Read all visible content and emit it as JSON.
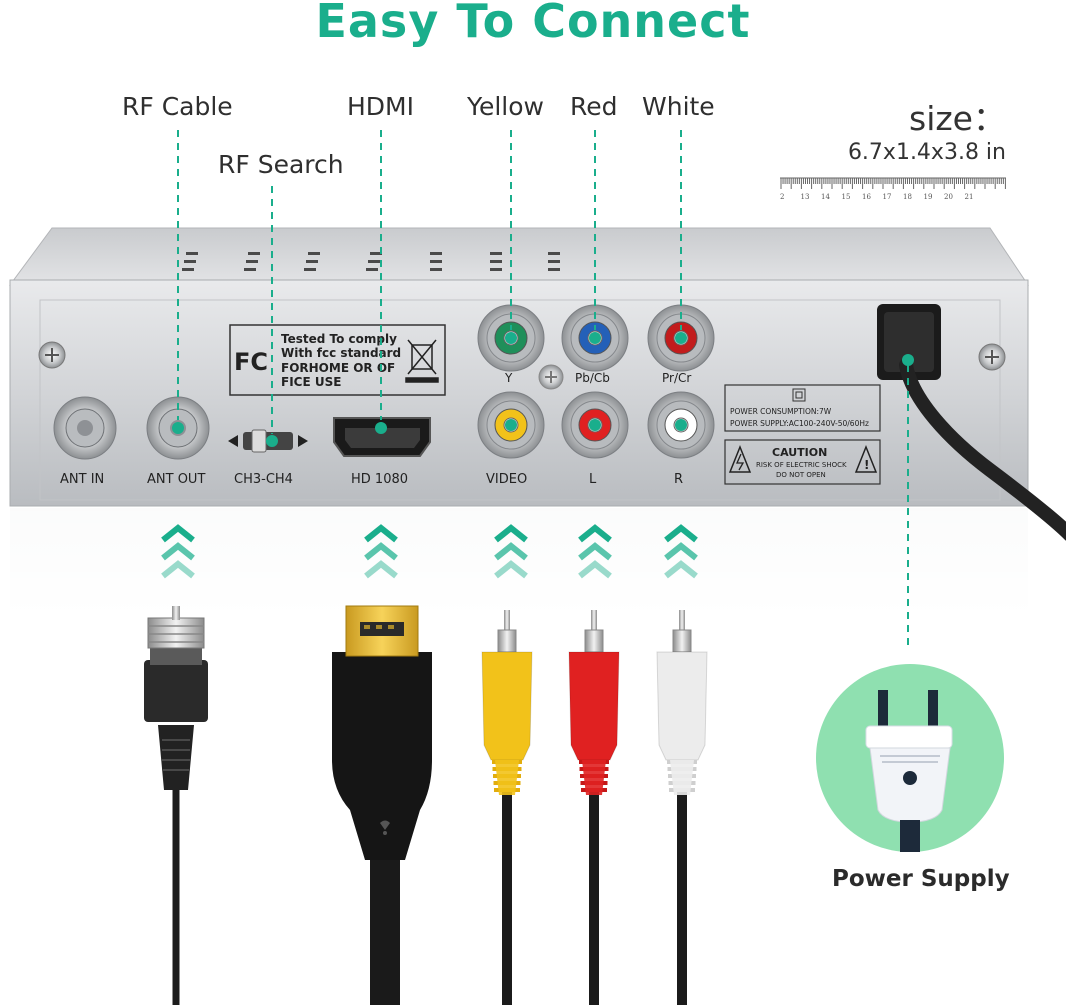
{
  "title": "Easy To Connect",
  "top_labels": {
    "rf_cable": "RF Cable",
    "rf_search": "RF Search",
    "hdmi": "HDMI",
    "yellow": "Yellow",
    "red": "Red",
    "white": "White"
  },
  "size": {
    "label": "size：",
    "value": "6.7x1.4x3.8 in",
    "ruler_ticks": [
      "2",
      "13",
      "14",
      "15",
      "16",
      "17",
      "18",
      "19",
      "20",
      "21"
    ]
  },
  "panel": {
    "fcc_logo": "FC",
    "fcc_text": [
      "Tested To comply",
      "With fcc standard",
      "FORHOME OR OF",
      "FICE USE"
    ],
    "ports": {
      "ant_in": "ANT IN",
      "ant_out": "ANT OUT",
      "ch": "CH3-CH4",
      "hd": "HD 1080",
      "video": "VIDEO",
      "l": "L",
      "r": "R",
      "y": "Y",
      "pb": "Pb/Cb",
      "pr": "Pr/Cr"
    },
    "power_info": [
      "POWER CONSUMPTION:7W",
      "POWER SUPPLY:AC100-240V-50/60Hz"
    ],
    "caution_title": "CAUTION",
    "caution_text": [
      "RISK OF ELECTRIC SHOCK",
      "DO NOT OPEN"
    ]
  },
  "power_supply": "Power Supply",
  "colors": {
    "accent": "#1aae8c",
    "yellow_plug": "#f2c21a",
    "red_plug": "#e02121",
    "white_plug": "#ececec",
    "power_circle": "#8fe0b0"
  }
}
